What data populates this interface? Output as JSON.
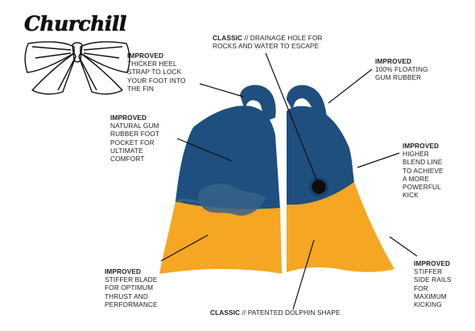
{
  "brand": {
    "logo_text": "Churchill",
    "registered_mark": "®"
  },
  "colors": {
    "blue": "#1e4f7f",
    "blue_dark": "#153e66",
    "orange": "#f5a623",
    "orange_dark": "#e8931a",
    "line": "#111111"
  },
  "callouts": {
    "heel_strap": {
      "kind": "IMPROVED",
      "lines": [
        "THICKER HEEL",
        "STRAP TO LOCK",
        "YOUR FOOT INTO",
        "THE FIN"
      ]
    },
    "drainage": {
      "kind": "CLASSIC",
      "lines": [
        " // DRAINAGE HOLE FOR",
        "ROCKS AND WATER TO ESCAPE"
      ]
    },
    "floating": {
      "kind": "IMPROVED",
      "lines": [
        "100% FLOATING",
        "GUM RUBBER"
      ]
    },
    "foot_pocket": {
      "kind": "IMPROVED",
      "lines": [
        "NATURAL GUM",
        "RUBBER FOOT",
        "POCKET FOR",
        "ULTIMATE",
        "COMFORT"
      ]
    },
    "blend_line": {
      "kind": "IMPROVED",
      "lines": [
        "HIGHER",
        "BLEND LINE",
        "TO ACHIEVE",
        "A MORE",
        "POWERFUL",
        "KICK"
      ]
    },
    "blade": {
      "kind": "IMPROVED",
      "lines": [
        "STIFFER BLADE",
        "FOR OPTIMUM",
        "THRUST AND",
        "PERFORMANCE"
      ]
    },
    "side_rails": {
      "kind": "IMPROVED",
      "lines": [
        "STIFFER",
        "SIDE RAILS",
        "FOR",
        "MAXIMUM",
        "KICKING"
      ]
    },
    "dolphin": {
      "kind": "CLASSIC",
      "lines": [
        " // PATENTED DOLPHIN SHAPE"
      ]
    }
  }
}
